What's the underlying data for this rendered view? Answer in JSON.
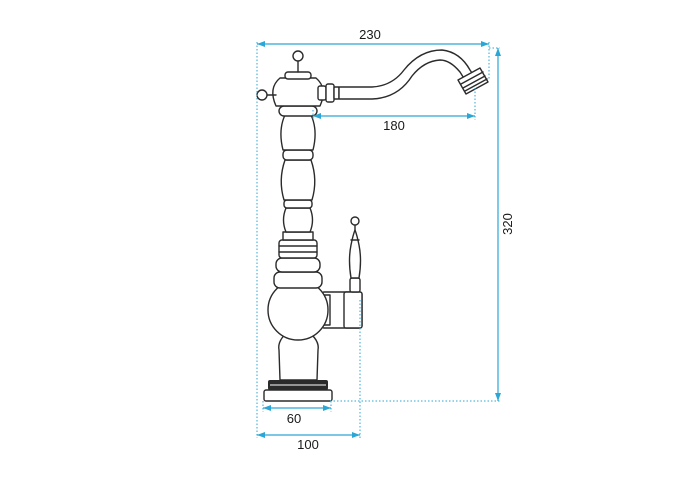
{
  "dimensions": {
    "total_width": "230",
    "spout_reach": "180",
    "total_height": "320",
    "base_diameter": "60",
    "footprint_width": "100"
  },
  "colors": {
    "dimension_lines": "#2aa7d6",
    "outline": "#2b2b2b",
    "background": "#ffffff"
  }
}
